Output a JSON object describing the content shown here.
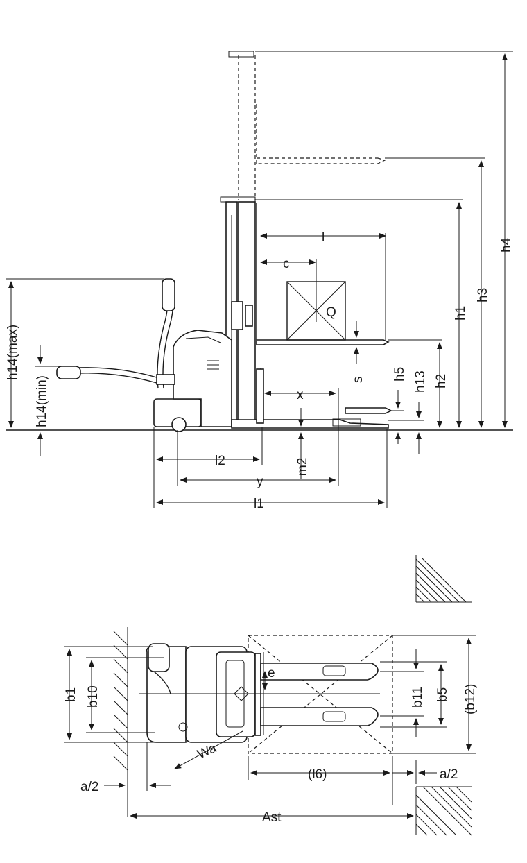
{
  "side_view": {
    "labels": {
      "h14max": "h14(max)",
      "h14min": "h14(min)",
      "l": "l",
      "c": "c",
      "q": "Q",
      "h1": "h1",
      "h2": "h2",
      "h3": "h3",
      "h4": "h4",
      "h5": "h5",
      "h13": "h13",
      "s": "s",
      "x": "x",
      "l2": "l2",
      "m2": "m2",
      "y": "y",
      "l1": "l1"
    }
  },
  "top_view": {
    "labels": {
      "b1": "b1",
      "b10": "b10",
      "b11": "b11",
      "b5": "b5",
      "b12": "(b12)",
      "e": "e",
      "wa": "Wa",
      "l6": "(l6)",
      "a2_left": "a/2",
      "a2_right": "a/2",
      "ast": "Ast"
    }
  }
}
